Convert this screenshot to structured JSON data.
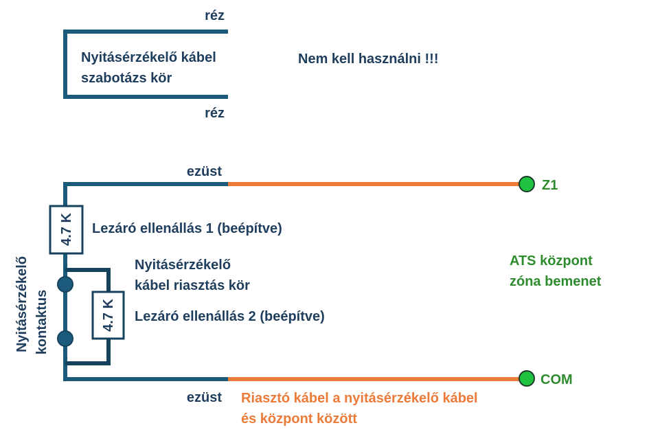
{
  "colors": {
    "wire_blue": "#1b5a7a",
    "wire_dark": "#17425e",
    "wire_orange": "#ec7a38",
    "text_navy": "#1f3d5c",
    "text_green": "#2e8b2e",
    "text_orange": "#ec7a38",
    "terminal_green": "#1fc33f"
  },
  "tamper": {
    "top_label": "réz",
    "bottom_label": "réz",
    "title_line1": "Nyitásérzékelő kábel",
    "title_line2": "szabotázs kör",
    "note": "Nem kell használni !!!"
  },
  "alarm": {
    "top_wire_label": "ezüst",
    "bottom_wire_label": "ezüst",
    "resistor1_value": "4.7 K",
    "resistor1_label": "Lezáró ellenállás 1 (beépítve)",
    "loop_label_line1": "Nyitásérzékelő",
    "loop_label_line2": "kábel riasztás kör",
    "resistor2_value": "4.7 K",
    "resistor2_label": "Lezáró ellenállás 2 (beépítve)",
    "contact_label_line1": "Nyitásérzékelő",
    "contact_label_line2": "kontaktus"
  },
  "panel": {
    "terminal_z1": "Z1",
    "terminal_com": "COM",
    "title_line1": "ATS központ",
    "title_line2": "zóna bemenet"
  },
  "cable": {
    "label_line1": "Riasztó kábel a nyitásérzékelő kábel",
    "label_line2": "és központ között"
  }
}
